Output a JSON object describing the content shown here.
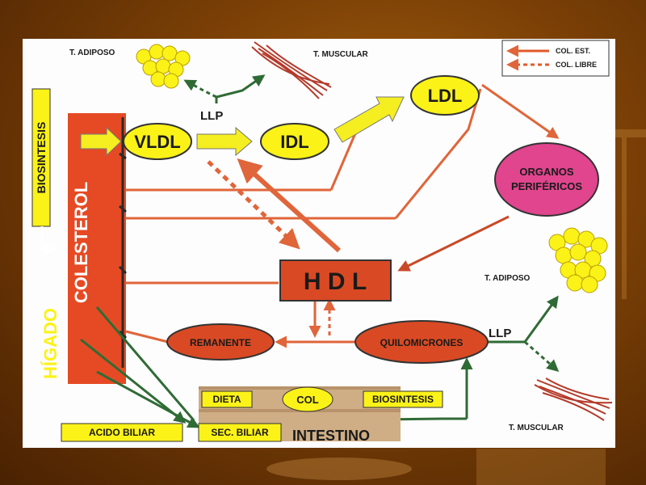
{
  "legend": {
    "col_est": "COL. EST.",
    "col_libre": "COL. LIBRE",
    "solid_color": "#e05a2a",
    "dashed_color": "#e05a2a"
  },
  "colors": {
    "frame_bg": "#fdfdfd",
    "ellipse_yellow": "#fbf218",
    "ellipse_red": "#d94a24",
    "ellipse_pink": "#e0458e",
    "hdl_box": "#d94a24",
    "arrow_red": "#e0653a",
    "arrow_green": "#2f6b35",
    "arrow_yellow": "#f5ee20",
    "tan_band": "#cfae85",
    "text_dark": "#1a1a1a",
    "liver": "#e64a24"
  },
  "liver": {
    "biosintesis": "BIOSINTESIS",
    "colesterol": "COLESTEROL",
    "higado": "HÍGADO"
  },
  "nodes": {
    "vldl": "VLDL",
    "idl": "IDL",
    "ldl": "LDL",
    "organos": [
      "ORGANOS",
      "PERIFÉRICOS"
    ],
    "hdl": "H D L",
    "remanente": "REMANENTE",
    "quilomicrones": "QUILOMICRONES",
    "col": "COL"
  },
  "labels": {
    "llp_top": "LLP",
    "llp_right": "LLP",
    "t_adiposo_top": "T. ADIPOSO",
    "t_muscular_top": "T. MUSCULAR",
    "t_adiposo_right": "T. ADIPOSO",
    "t_muscular_right": "T. MUSCULAR",
    "dieta": "DIETA",
    "biosintesis_intestino": "BIOSINTESIS",
    "sec_biliar": "SEC. BILIAR",
    "acido_biliar": "ACIDO BILIAR",
    "intestino": "INTESTINO"
  }
}
